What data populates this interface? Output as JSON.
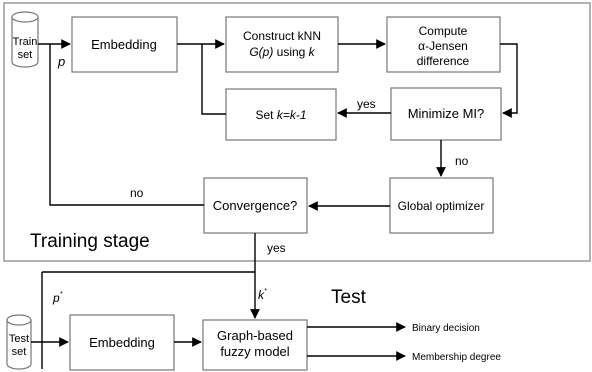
{
  "training": {
    "stage_label": "Training stage",
    "train_set": [
      "Train",
      "set"
    ],
    "p_label": "p",
    "embedding": "Embedding",
    "construct": {
      "line1": "Construct kNN",
      "line2a": "G(p)",
      "line2b": " using ",
      "line2c": "k"
    },
    "compute": {
      "line1": "Compute",
      "line2": "α-Jensen",
      "line3": "difference"
    },
    "set_k": {
      "prefix": "Set ",
      "expr": "k=k-1"
    },
    "minimize": "Minimize MI?",
    "yes_label": "yes",
    "no_label": "no",
    "global_optimizer": "Global optimizer",
    "convergence": "Convergence?",
    "no2_label": "no",
    "yes2_label": "yes"
  },
  "test": {
    "label": "Test",
    "test_set": [
      "Test",
      "set"
    ],
    "p_star": "p",
    "k_star": "k",
    "star": "*",
    "embedding": "Embedding",
    "model": {
      "line1": "Graph-based",
      "line2": "fuzzy model"
    },
    "out1": "Binary decision",
    "out2": "Membership degree"
  }
}
